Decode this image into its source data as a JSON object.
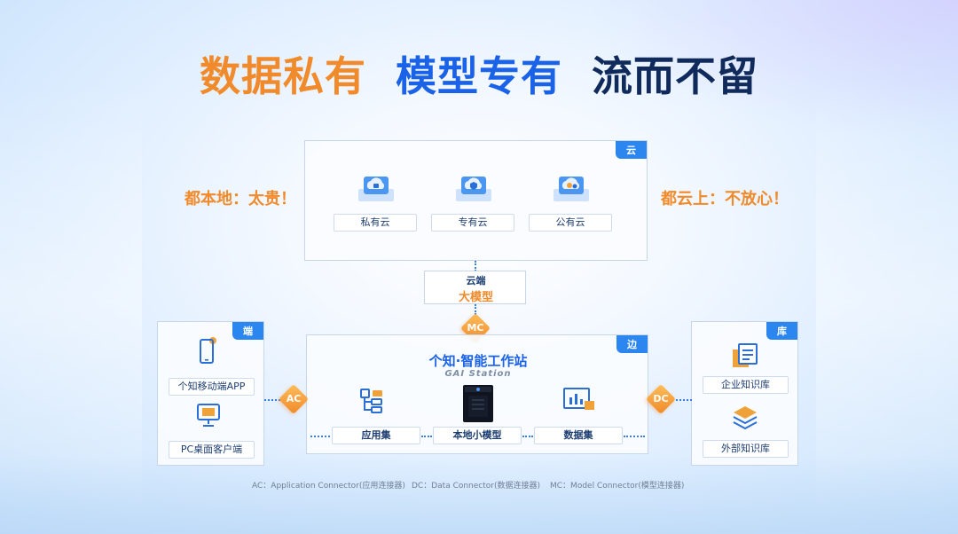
{
  "title": {
    "part1": "数据私有",
    "part2": "模型专有",
    "part3": "流而不留"
  },
  "slogans": {
    "left": "都本地：太贵！",
    "right": "都云上：不放心！"
  },
  "cloud_panel": {
    "tag": "云",
    "items": [
      {
        "label": "私有云",
        "icon": "private-cloud-icon"
      },
      {
        "label": "专有云",
        "icon": "dedicated-cloud-icon"
      },
      {
        "label": "公有云",
        "icon": "public-cloud-icon"
      }
    ]
  },
  "cloud_model": {
    "line1": "云端",
    "line2": "大模型"
  },
  "edge_panel": {
    "tag": "边",
    "title": "个知·智能工作站",
    "subtitle": "GAI Station",
    "items": [
      {
        "label": "应用集",
        "icon": "app-set-icon"
      },
      {
        "label": "本地小模型",
        "icon": "workstation-icon"
      },
      {
        "label": "数据集",
        "icon": "dataset-icon"
      }
    ]
  },
  "end_panel": {
    "tag": "端",
    "items": [
      {
        "label": "个知移动端APP",
        "icon": "mobile-phone-icon"
      },
      {
        "label": "PC桌面客户端",
        "icon": "desktop-monitor-icon"
      }
    ]
  },
  "lib_panel": {
    "tag": "库",
    "items": [
      {
        "label": "企业知识库",
        "icon": "enterprise-knowledge-icon"
      },
      {
        "label": "外部知识库",
        "icon": "external-knowledge-icon"
      }
    ]
  },
  "connectors": {
    "mc": "MC",
    "ac": "AC",
    "dc": "DC"
  },
  "legend": {
    "ac": "AC：Application Connector(应用连接器)",
    "dc": "DC：Data Connector(数据连接器)",
    "mc": "MC：Model Connector(模型连接器)"
  },
  "colors": {
    "orange": "#f08a2a",
    "blue": "#1a62e8",
    "navy": "#102a5c",
    "tag_blue": "#2b86f0"
  }
}
